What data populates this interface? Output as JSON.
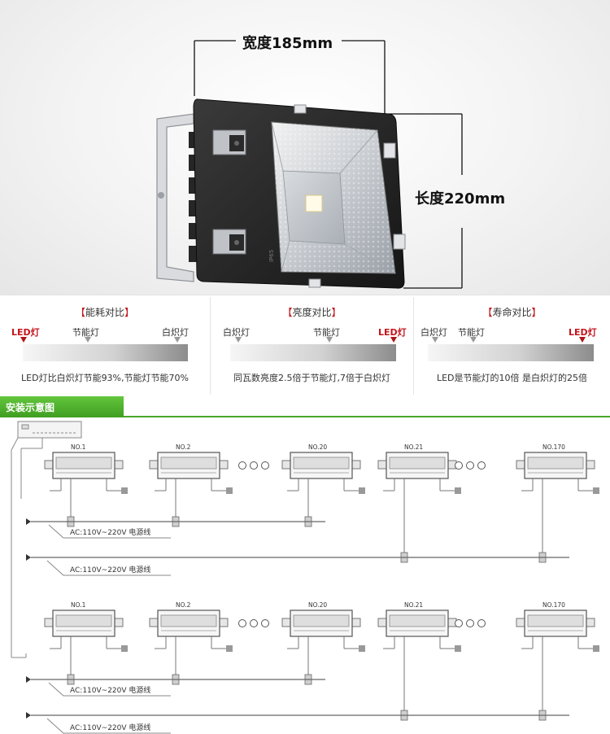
{
  "product": {
    "width_label": "宽度185mm",
    "length_label": "长度220mm",
    "ip_mark": "IP65"
  },
  "comparisons": [
    {
      "title_open": "【",
      "title": "能耗对比",
      "title_close": "】",
      "lamps": [
        "LED灯",
        "节能灯",
        "白炽灯"
      ],
      "note": "LED灯比白炽灯节能93%,节能灯节能70%"
    },
    {
      "title_open": "【",
      "title": "亮度对比",
      "title_close": "】",
      "lamps": [
        "白炽灯",
        "节能灯",
        "LED灯"
      ],
      "note": "同瓦数亮度2.5倍于节能灯,7倍于白炽灯"
    },
    {
      "title_open": "【",
      "title": "寿命对比",
      "title_close": "】",
      "lamps": [
        "白炽灯",
        "节能灯",
        "LED灯"
      ],
      "note": "LED是节能灯的10倍 是白炽灯的25倍"
    }
  ],
  "install": {
    "header": "安装示意图",
    "units": [
      "NO.1",
      "NO.2",
      "NO.20",
      "NO.21",
      "NO.170"
    ],
    "ellipsis": "○○○",
    "power_label": "AC:110V~220V",
    "power_suffix": "电源线"
  },
  "colors": {
    "accent_red": "#c4161c",
    "header_green": "#4aa82a"
  }
}
